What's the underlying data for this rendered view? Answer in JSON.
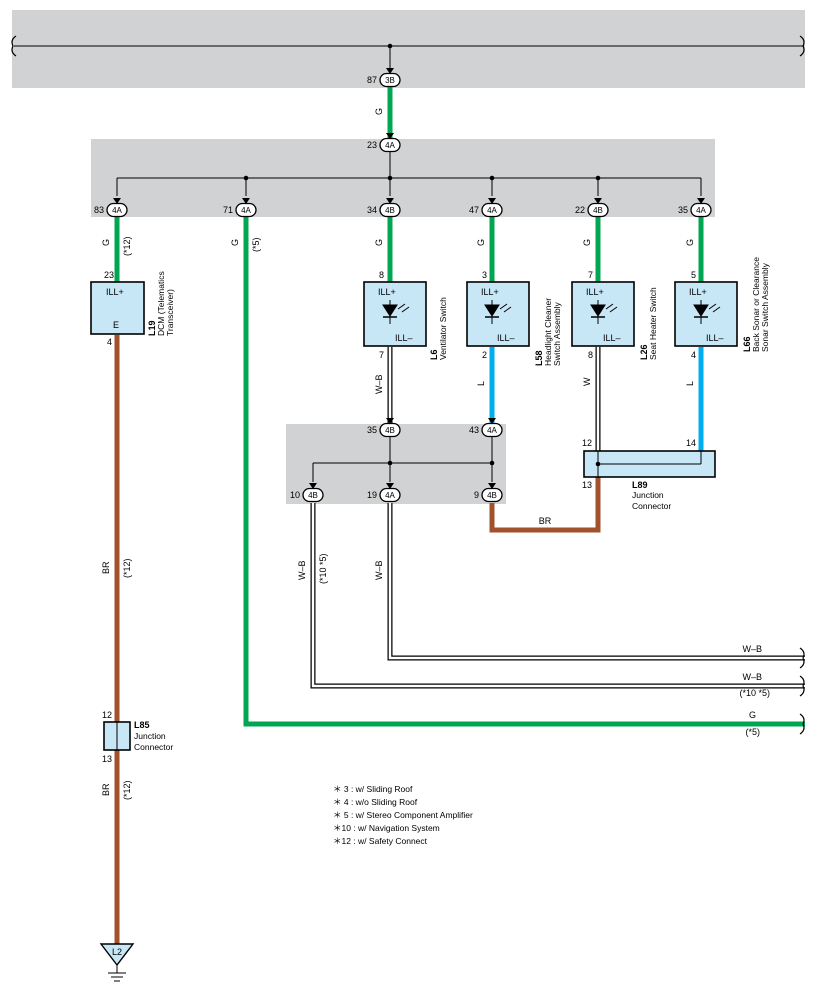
{
  "colors": {
    "green": "#00a651",
    "blue": "#00aeef",
    "brown": "#a0522d",
    "panel": "#d1d2d4",
    "component": "#c7e6f6",
    "junction": "#c7e6f6"
  },
  "connectors": {
    "c87": {
      "pin": "87",
      "id": "3B"
    },
    "c23": {
      "pin": "23",
      "id": "4A"
    },
    "c83": {
      "pin": "83",
      "id": "4A"
    },
    "c71": {
      "pin": "71",
      "id": "4A"
    },
    "c34": {
      "pin": "34",
      "id": "4B"
    },
    "c47": {
      "pin": "47",
      "id": "4A"
    },
    "c22": {
      "pin": "22",
      "id": "4B"
    },
    "c35top": {
      "pin": "35",
      "id": "4A"
    },
    "c35mid": {
      "pin": "35",
      "id": "4B"
    },
    "c43": {
      "pin": "43",
      "id": "4A"
    },
    "c10": {
      "pin": "10",
      "id": "4B"
    },
    "c19": {
      "pin": "19",
      "id": "4A"
    },
    "c9": {
      "pin": "9",
      "id": "4B"
    }
  },
  "wires": {
    "g_top": "G",
    "g_83": "G",
    "note_83": "(*12)",
    "g_71": "G",
    "note_71": "(*5)",
    "g_34": "G",
    "g_47": "G",
    "g_22": "G",
    "g_35": "G",
    "wb_l6": "W–B",
    "l_l58": "L",
    "w_l26": "W",
    "l_l66": "L",
    "br_l89": "BR",
    "wb_10": "W–B",
    "note_10": "(*10 *5)",
    "wb_19": "W–B",
    "br_main": "BR",
    "note_br_main": "(*12)",
    "br_low": "BR",
    "note_br_low": "(*12)",
    "right_wb1": "W–B",
    "right_wb2": "W–B",
    "right_note2": "(*10 *5)",
    "right_g": "G",
    "right_note3": "(*5)"
  },
  "components": {
    "l19": {
      "code": "L19",
      "name_1": "DCM (Telematics",
      "name_2": "Transceiver)",
      "pin_top": "23",
      "pin_bottom": "4",
      "label_top": "ILL+",
      "label_bottom": "E"
    },
    "l6": {
      "code": "L6",
      "name_1": "Ventilator Switch",
      "pin_top": "8",
      "pin_bottom": "7",
      "label_top": "ILL+",
      "label_bottom": "ILL–"
    },
    "l58": {
      "code": "L58",
      "name_1": "Headlight Cleaner",
      "name_2": "Switch Assembly",
      "pin_top": "3",
      "pin_bottom": "2",
      "label_top": "ILL+",
      "label_bottom": "ILL–"
    },
    "l26": {
      "code": "L26",
      "name_1": "Seat Heater Switch",
      "pin_top": "7",
      "pin_bottom": "8",
      "label_top": "ILL+",
      "label_bottom": "ILL–"
    },
    "l66": {
      "code": "L66",
      "name_1": "Back Sonar or Clearance",
      "name_2": "Sonar Switch Assembly",
      "pin_top": "5",
      "pin_bottom": "4",
      "label_top": "ILL+",
      "label_bottom": "ILL–"
    },
    "l89": {
      "code": "L89",
      "name_1": "Junction",
      "name_2": "Connector",
      "pin_a": "12",
      "pin_b": "14",
      "pin_c": "13"
    },
    "l85": {
      "code": "L85",
      "name_1": "Junction",
      "name_2": "Connector",
      "pin_top": "12",
      "pin_bottom": "13"
    },
    "l2": {
      "code": "L2"
    }
  },
  "notes": [
    "＊ 3 : w/ Sliding Roof",
    "＊ 4 : w/o Sliding Roof",
    "＊ 5 : w/ Stereo Component Amplifier",
    "＊10 : w/ Navigation System",
    "＊12 : w/ Safety Connect"
  ]
}
